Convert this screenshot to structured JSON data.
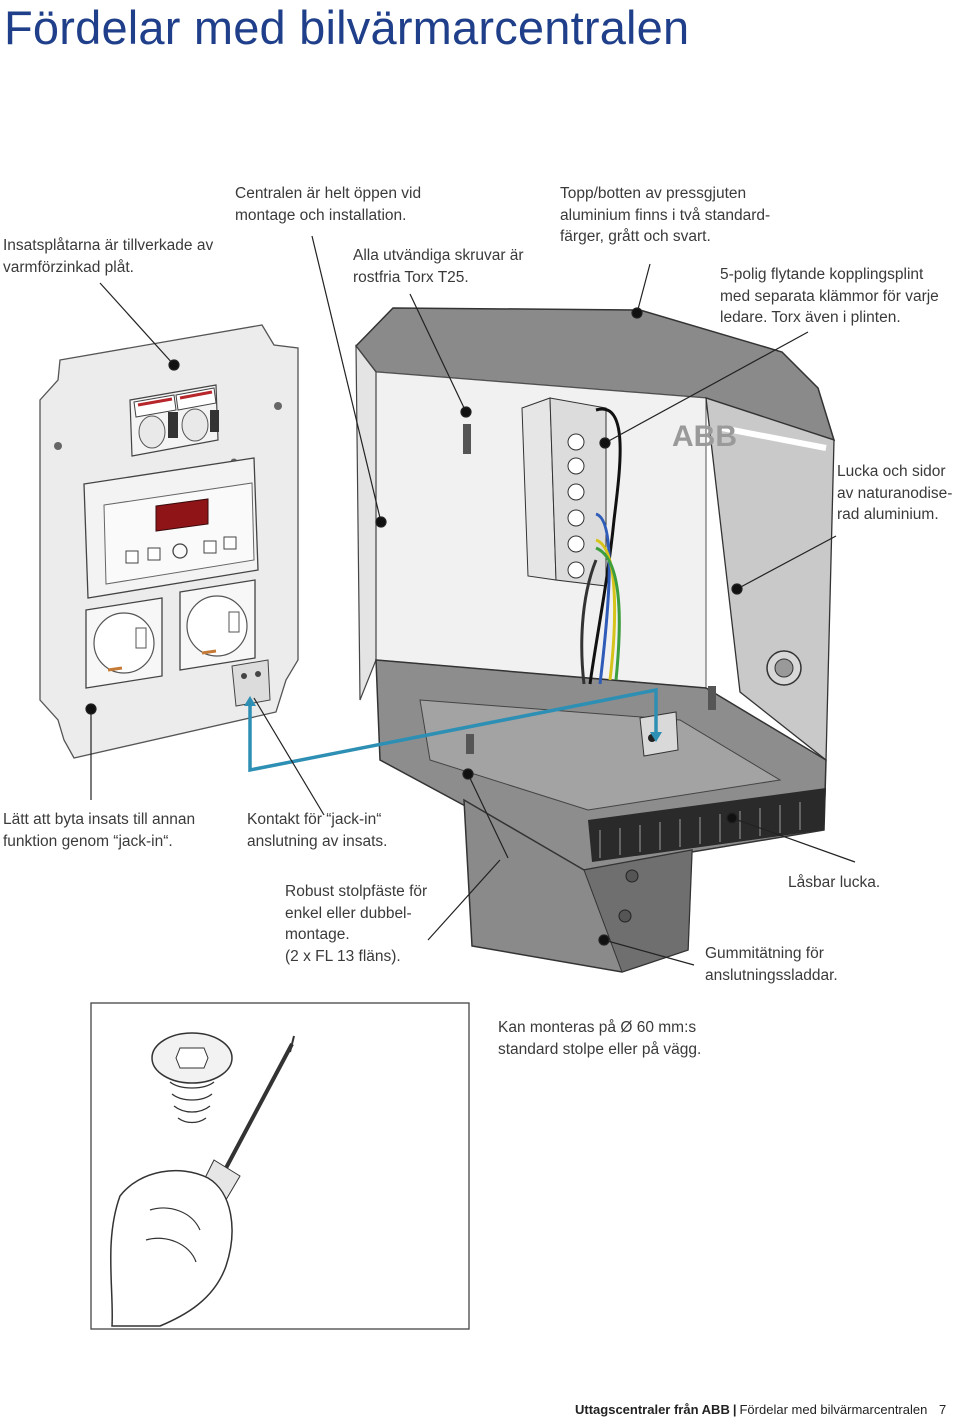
{
  "page": {
    "title": "Fördelar med bilvärmarcentralen",
    "brand_mark": "ABB"
  },
  "callouts": {
    "insatsplat": [
      "Insatsplåtarna är tillverkade av",
      "varmförzinkad plåt."
    ],
    "oppen": [
      "Centralen är helt öppen vid",
      "montage och installation."
    ],
    "skruvar": [
      "Alla utvändiga skruvar är",
      "rostfria Torx T25."
    ],
    "topp": [
      "Topp/botten av pressgjuten",
      "aluminium finns i två standard-",
      "färger, grått och svart."
    ],
    "kopplingsplint": [
      "5-polig flytande kopplingsplint",
      "med separata klämmor för varje",
      "ledare. Torx även i plinten."
    ],
    "lucka": [
      "Lucka och sidor",
      "av naturanodise-",
      "rad aluminium."
    ],
    "jackin_byte": [
      "Lätt att byta insats till annan",
      "funktion genom “jack-in“."
    ],
    "kontakt": [
      "Kontakt för “jack-in“",
      "anslutning av insats."
    ],
    "stolpfaste": [
      "Robust stolpfäste för",
      "enkel eller dubbel-",
      "montage.",
      "(2 x FL 13 fläns)."
    ],
    "lasbar": [
      "Låsbar lucka."
    ],
    "gummi": [
      "Gummitätning för",
      "anslutningssladdar."
    ],
    "montering": [
      "Kan monteras på Ø 60 mm:s",
      "standard stolpe eller på vägg."
    ]
  },
  "footer": {
    "left": "Uttagscentraler från ABB",
    "right": "Fördelar med bilvärmarcentralen",
    "page_number": "7"
  },
  "colors": {
    "title": "#1f3f8a",
    "housing_gray": "#7d7d7d",
    "plate_gray": "#e6e6e6",
    "jack_in_line": "#2e8fb4",
    "display_red": "#8f1418"
  }
}
